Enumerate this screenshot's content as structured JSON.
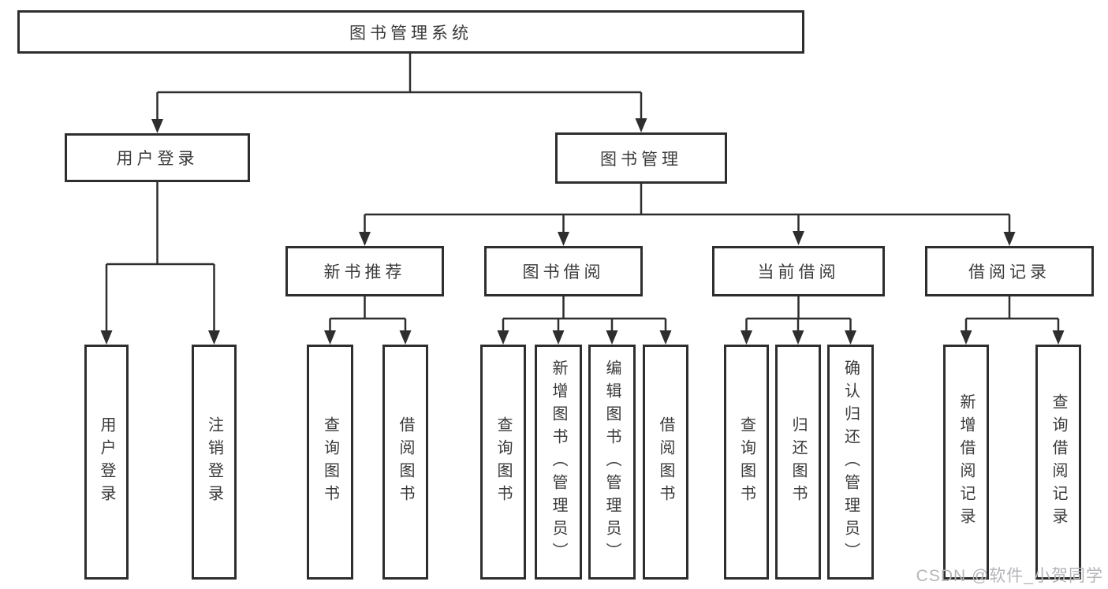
{
  "root": {
    "label": "图书管理系统"
  },
  "branches": [
    {
      "label": "用户登录",
      "children": [
        {
          "label": "用户登录"
        },
        {
          "label": "注销登录"
        }
      ]
    },
    {
      "label": "图书管理",
      "children": [
        {
          "label": "新书推荐",
          "children": [
            {
              "label": "查询图书"
            },
            {
              "label": "借阅图书"
            }
          ]
        },
        {
          "label": "图书借阅",
          "children": [
            {
              "label": "查询图书"
            },
            {
              "label": "新增图书（管理员）"
            },
            {
              "label": "编辑图书（管理员）"
            },
            {
              "label": "借阅图书"
            }
          ]
        },
        {
          "label": "当前借阅",
          "children": [
            {
              "label": "查询图书"
            },
            {
              "label": "归还图书"
            },
            {
              "label": "确认归还（管理员）"
            }
          ]
        },
        {
          "label": "借阅记录",
          "children": [
            {
              "label": "新增借阅记录"
            },
            {
              "label": "查询借阅记录"
            }
          ]
        }
      ]
    }
  ],
  "watermark": {
    "text": "CSDN @软件_小贺同学"
  },
  "colors": {
    "line": "#2e2e2e",
    "text": "#3a3a3a",
    "watermark": "#b5b5ba",
    "background": "#ffffff"
  }
}
